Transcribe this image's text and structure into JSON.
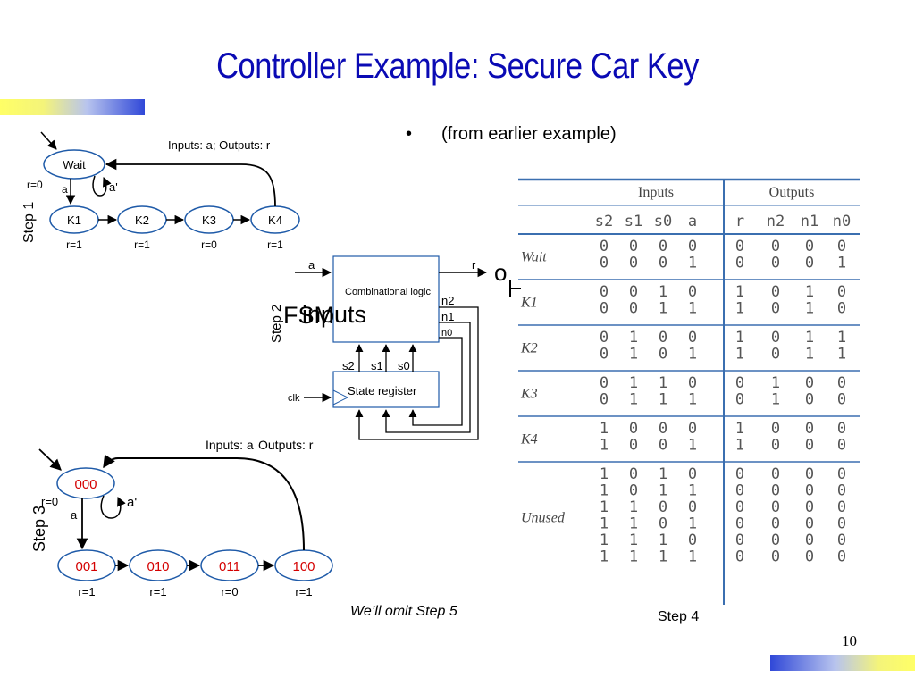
{
  "title": "Controller Example: Secure Car Key",
  "bullet": "(from earlier example)",
  "page_number": "10",
  "note": "We’ll omit Step 5",
  "step1": {
    "label": "Step 1",
    "io_label": "Inputs: a; Outputs: r",
    "states": [
      "Wait",
      "K1",
      "K2",
      "K3",
      "K4"
    ],
    "wait_output": "r=0",
    "outputs": [
      "r=1",
      "r=1",
      "r=0",
      "r=1"
    ],
    "edge_a": "a",
    "edge_a_not": "a'"
  },
  "step2": {
    "label": "Step 2",
    "block_label": "Combinational logic",
    "register_label": "State register",
    "input_a": "a",
    "output_r": "r",
    "next_state": [
      "n2",
      "n1",
      "n0"
    ],
    "state_bits": [
      "s2",
      "s1",
      "s0"
    ],
    "clk": "clk",
    "overlay_fsm": "FSM",
    "overlay_inputs": "inputs",
    "overlay_outputs": "o"
  },
  "step3": {
    "label": "Step 3",
    "io_label_inputs": "Inputs: a",
    "io_label_outputs": "Outputs: r",
    "states": [
      "000",
      "001",
      "010",
      "011",
      "100"
    ],
    "wait_output": "r=0",
    "outputs": [
      "r=1",
      "r=1",
      "r=0",
      "r=1"
    ],
    "edge_a": "a",
    "edge_a_not": "a'"
  },
  "step4": {
    "label": "Step 4",
    "groups": [
      "Inputs",
      "Outputs"
    ],
    "columns": [
      "s2",
      "s1",
      "s0",
      "a",
      "r",
      "n2",
      "n1",
      "n0"
    ],
    "sections": [
      {
        "label": "Wait",
        "rows": [
          [
            "0",
            "0",
            "0",
            "0",
            "0",
            "0",
            "0",
            "0"
          ],
          [
            "0",
            "0",
            "0",
            "1",
            "0",
            "0",
            "0",
            "1"
          ]
        ]
      },
      {
        "label": "K1",
        "rows": [
          [
            "0",
            "0",
            "1",
            "0",
            "1",
            "0",
            "1",
            "0"
          ],
          [
            "0",
            "0",
            "1",
            "1",
            "1",
            "0",
            "1",
            "0"
          ]
        ]
      },
      {
        "label": "K2",
        "rows": [
          [
            "0",
            "1",
            "0",
            "0",
            "1",
            "0",
            "1",
            "1"
          ],
          [
            "0",
            "1",
            "0",
            "1",
            "1",
            "0",
            "1",
            "1"
          ]
        ]
      },
      {
        "label": "K3",
        "rows": [
          [
            "0",
            "1",
            "1",
            "0",
            "0",
            "1",
            "0",
            "0"
          ],
          [
            "0",
            "1",
            "1",
            "1",
            "0",
            "1",
            "0",
            "0"
          ]
        ]
      },
      {
        "label": "K4",
        "rows": [
          [
            "1",
            "0",
            "0",
            "0",
            "1",
            "0",
            "0",
            "0"
          ],
          [
            "1",
            "0",
            "0",
            "1",
            "1",
            "0",
            "0",
            "0"
          ]
        ]
      },
      {
        "label": "Unused",
        "rows": [
          [
            "1",
            "0",
            "1",
            "0",
            "0",
            "0",
            "0",
            "0"
          ],
          [
            "1",
            "0",
            "1",
            "1",
            "0",
            "0",
            "0",
            "0"
          ],
          [
            "1",
            "1",
            "0",
            "0",
            "0",
            "0",
            "0",
            "0"
          ],
          [
            "1",
            "1",
            "0",
            "1",
            "0",
            "0",
            "0",
            "0"
          ],
          [
            "1",
            "1",
            "1",
            "0",
            "0",
            "0",
            "0",
            "0"
          ],
          [
            "1",
            "1",
            "1",
            "1",
            "0",
            "0",
            "0",
            "0"
          ]
        ]
      }
    ]
  },
  "colors": {
    "title": "#0a0ab4",
    "state_outline": "#1e5aa8",
    "state_code": "#d40000",
    "table_rule": "#3b6fb0"
  }
}
